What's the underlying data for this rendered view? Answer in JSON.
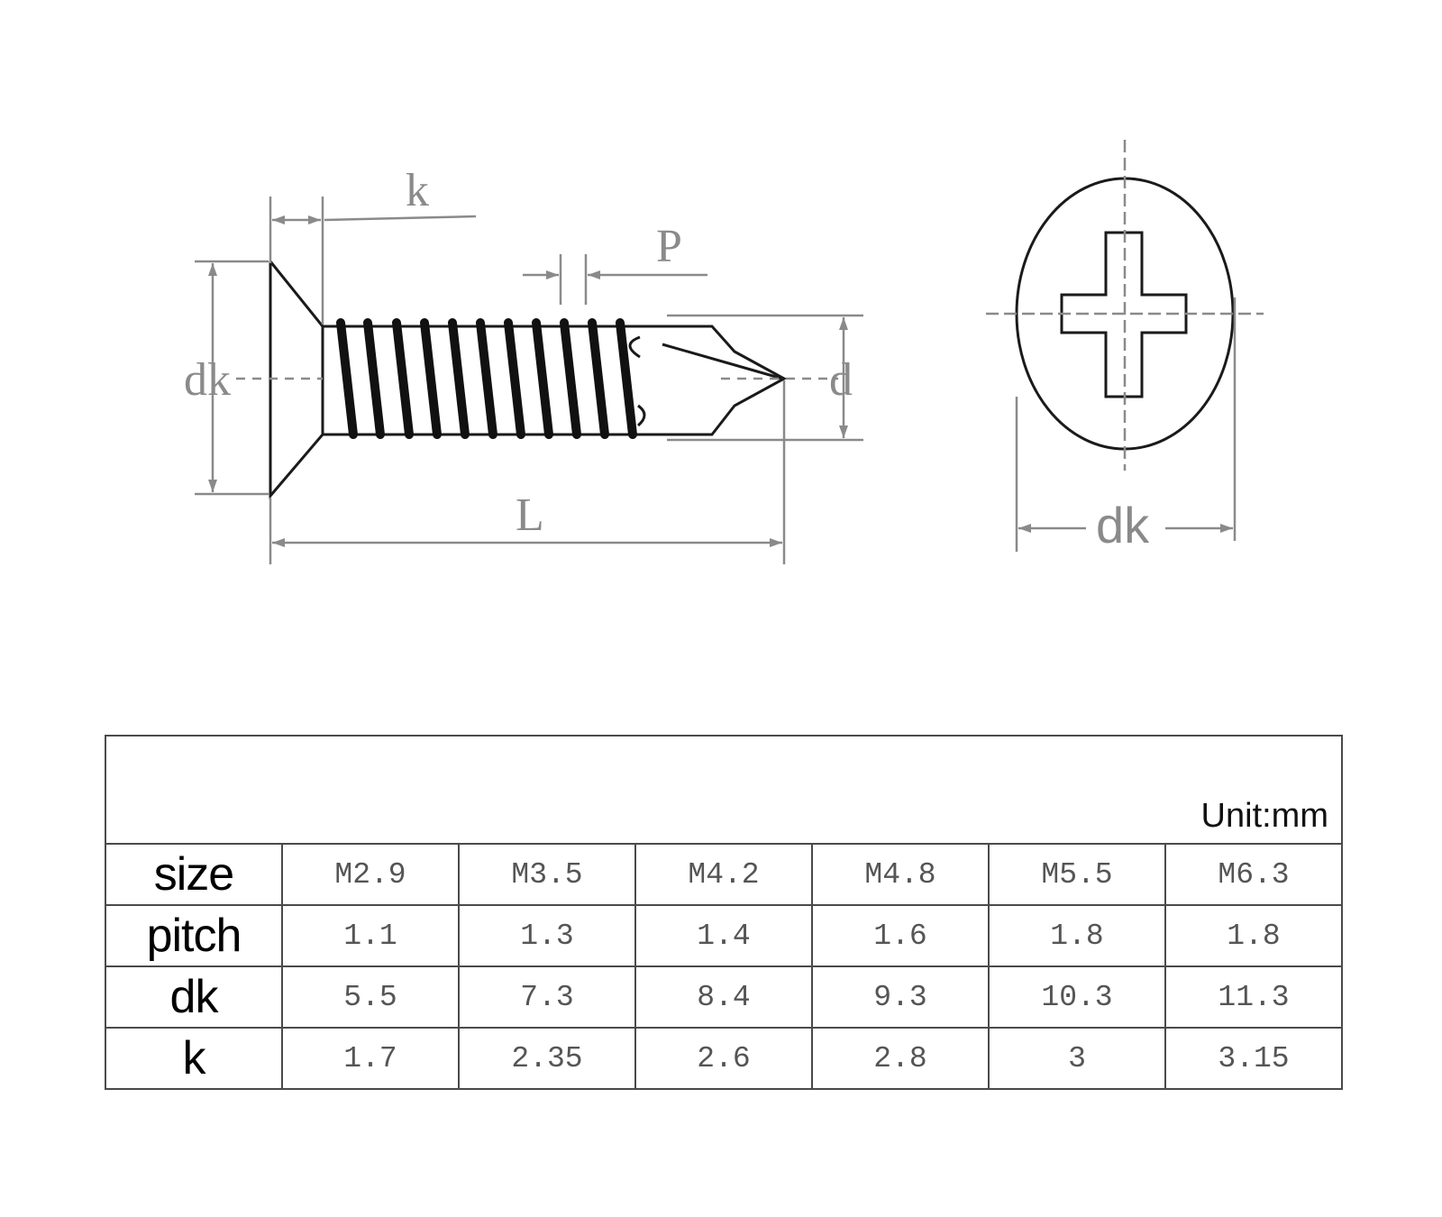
{
  "labels": {
    "k": "k",
    "p": "P",
    "dk_side": "dk",
    "d": "d",
    "l": "L",
    "dk_top": "dk"
  },
  "table": {
    "unit": "Unit:mm",
    "rows": [
      {
        "header": "size",
        "values": [
          "M2.9",
          "M3.5",
          "M4.2",
          "M4.8",
          "M5.5",
          "M6.3"
        ]
      },
      {
        "header": "pitch",
        "values": [
          "1.1",
          "1.3",
          "1.4",
          "1.6",
          "1.8",
          "1.8"
        ]
      },
      {
        "header": "dk",
        "values": [
          "5.5",
          "7.3",
          "8.4",
          "9.3",
          "10.3",
          "11.3"
        ]
      },
      {
        "header": "k",
        "values": [
          "1.7",
          "2.35",
          "2.6",
          "2.8",
          "3",
          "3.15"
        ]
      }
    ]
  }
}
